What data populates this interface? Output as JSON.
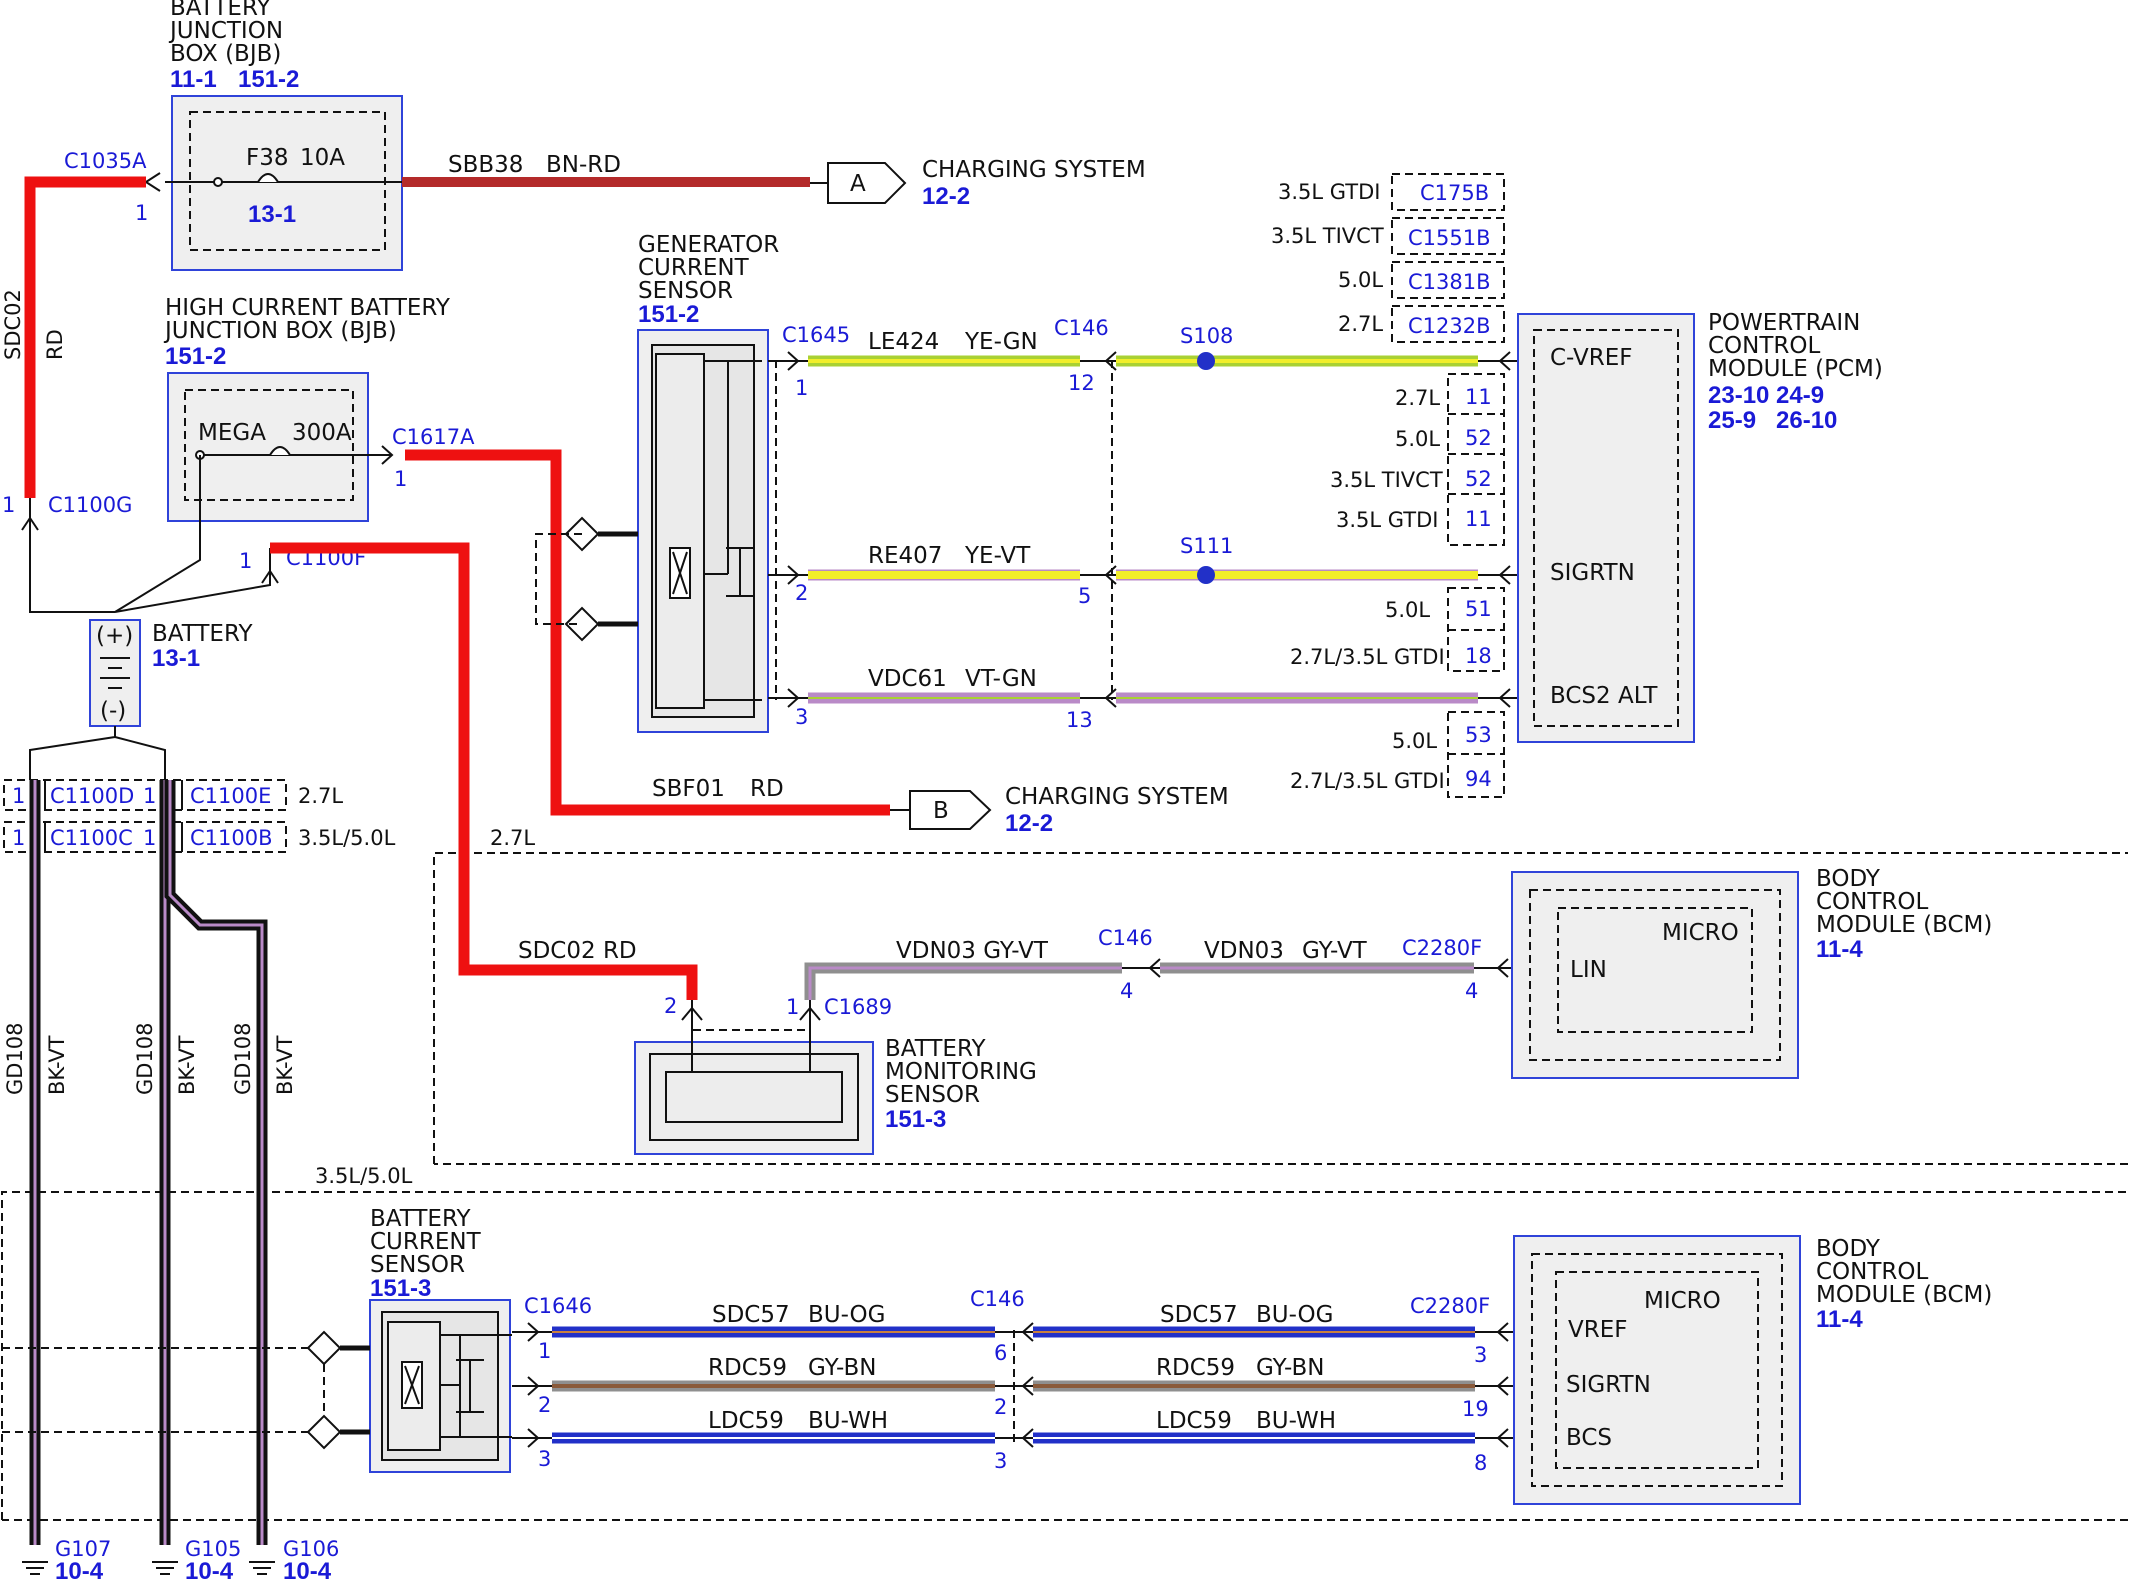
{
  "bjb": {
    "title": [
      "BATTERY",
      "JUNCTION",
      "BOX (BJB)"
    ],
    "ref_a": "11-1",
    "ref_b": "151-2",
    "fuse": "F38",
    "fuse_rating": "10A",
    "fuse_ref": "13-1"
  },
  "c1035a": {
    "name": "C1035A",
    "pin": "1"
  },
  "sbb38": {
    "circuit": "SBB38",
    "color": "BN-RD"
  },
  "charging_a": {
    "letter": "A",
    "label": "CHARGING SYSTEM",
    "ref": "12-2"
  },
  "sdc02_vertical": {
    "circuit": "SDC02",
    "color": "RD"
  },
  "hcbjb": {
    "title": [
      "HIGH CURRENT BATTERY",
      "JUNCTION BOX (BJB)"
    ],
    "ref": "151-2",
    "fuse": "MEGA",
    "fuse_rating": "300A"
  },
  "c1617a": {
    "name": "C1617A",
    "pin": "1"
  },
  "c1100g": {
    "name": "C1100G",
    "pin": "1"
  },
  "c1100f": {
    "name": "C1100F",
    "pin": "1"
  },
  "battery": {
    "label": "BATTERY",
    "ref": "13-1",
    "plus": "(+)",
    "minus": "(-)"
  },
  "sbf01": {
    "circuit": "SBF01",
    "color": "RD"
  },
  "charging_b": {
    "letter": "B",
    "label": "CHARGING SYSTEM",
    "ref": "12-2"
  },
  "ground_conns": {
    "row1": {
      "c1": "C1100D",
      "c2": "C1100E",
      "pin": "1",
      "variant": "2.7L"
    },
    "row2": {
      "c1": "C1100C",
      "c2": "C1100B",
      "pin": "1",
      "variant": "3.5L/5.0L"
    }
  },
  "ground_wires": [
    {
      "circuit": "GD108",
      "color": "BK-VT",
      "ground": "G107",
      "ref": "10-4"
    },
    {
      "circuit": "GD108",
      "color": "BK-VT",
      "ground": "G105",
      "ref": "10-4"
    },
    {
      "circuit": "GD108",
      "color": "BK-VT",
      "ground": "G106",
      "ref": "10-4"
    }
  ],
  "gcs": {
    "title": [
      "GENERATOR",
      "CURRENT",
      "SENSOR"
    ],
    "ref": "151-2",
    "connector": "C1645"
  },
  "c146_top": "C146",
  "gcs_wires": [
    {
      "circuit": "LE424",
      "color": "YE-GN",
      "pin_left": "1",
      "pin_mid": "12",
      "splice": "S108",
      "pcm_pin": "C-VREF"
    },
    {
      "circuit": "RE407",
      "color": "YE-VT",
      "pin_left": "2",
      "pin_mid": "5",
      "splice": "S111",
      "pcm_pin": "SIGRTN"
    },
    {
      "circuit": "VDC61",
      "color": "VT-GN",
      "pin_left": "3",
      "pin_mid": "13",
      "splice": "",
      "pcm_pin": "BCS2 ALT"
    }
  ],
  "pcm_connectors": [
    {
      "variant": "3.5L GTDI",
      "connector": "C175B"
    },
    {
      "variant": "3.5L TIVCT",
      "connector": "C1551B"
    },
    {
      "variant": "5.0L",
      "connector": "C1381B"
    },
    {
      "variant": "2.7L",
      "connector": "C1232B"
    }
  ],
  "pcm_pins": [
    {
      "variant": "2.7L",
      "pin": "11"
    },
    {
      "variant": "5.0L",
      "pin": "52"
    },
    {
      "variant": "3.5L TIVCT",
      "pin": "52"
    },
    {
      "variant": "3.5L GTDI",
      "pin": "11"
    },
    {
      "variant": "5.0L",
      "pin": "51"
    },
    {
      "variant": "2.7L/3.5L GTDI",
      "pin": "18"
    },
    {
      "variant": "5.0L",
      "pin": "53"
    },
    {
      "variant": "2.7L/3.5L GTDI",
      "pin": "94"
    }
  ],
  "pcm": {
    "title": [
      "POWERTRAIN",
      "CONTROL",
      "MODULE (PCM)"
    ],
    "refs": [
      "23-10",
      "24-9",
      "25-9",
      "26-10"
    ]
  },
  "section_27": {
    "label": "2.7L"
  },
  "bms": {
    "title": [
      "BATTERY",
      "MONITORING",
      "SENSOR"
    ],
    "ref": "151-3",
    "sdc02_label": "SDC02 RD",
    "pin_sdc": "2",
    "pin_vdn": "1",
    "connector": "C1689"
  },
  "vdn03": {
    "left": "VDN03 GY-VT",
    "circuit": "VDN03",
    "color": "GY-VT",
    "c146": "C146",
    "c146_pin": "4",
    "c2280f": "C2280F",
    "c2280f_pin": "4"
  },
  "bcm1": {
    "title": [
      "BODY",
      "CONTROL",
      "MODULE (BCM)"
    ],
    "ref": "11-4",
    "micro": "MICRO",
    "pin": "LIN"
  },
  "section_35": {
    "label": "3.5L/5.0L"
  },
  "bcs": {
    "title": [
      "BATTERY",
      "CURRENT",
      "SENSOR"
    ],
    "ref": "151-3",
    "connector": "C1646",
    "c146": "C146",
    "c2280f": "C2280F"
  },
  "bcs_wires": [
    {
      "circuit": "SDC57",
      "color": "BU-OG",
      "pin_left": "1",
      "pin_mid": "6",
      "pin_right": "3",
      "bcm_pin": "VREF"
    },
    {
      "circuit": "RDC59",
      "color": "GY-BN",
      "pin_left": "2",
      "pin_mid": "2",
      "pin_right": "19",
      "bcm_pin": "SIGRTN"
    },
    {
      "circuit": "LDC59",
      "color": "BU-WH",
      "pin_left": "3",
      "pin_mid": "3",
      "pin_right": "8",
      "bcm_pin": "BCS"
    }
  ],
  "bcm2": {
    "title": [
      "BODY",
      "CONTROL",
      "MODULE (BCM)"
    ],
    "ref": "11-4",
    "micro": "MICRO"
  },
  "colors": {
    "red": "#ee1111",
    "dark_red": "#b42a2a",
    "yellow": "#f2ee2a",
    "yellow_green": "#a9d133",
    "violet": "#b98ac7",
    "gray": "#8f8f8f",
    "blue": "#2230c8",
    "brown": "#8a5a3a",
    "white": "#ffffff",
    "black": "#111111",
    "label_blue": "#1a1ad6"
  }
}
